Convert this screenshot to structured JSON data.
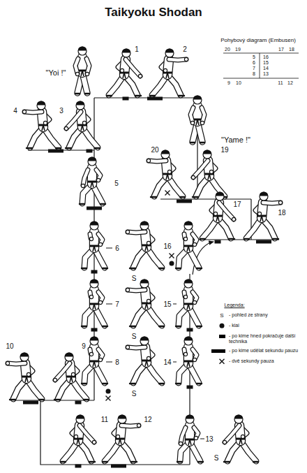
{
  "diagram": {
    "title": "Taikyoku Shodan",
    "labels": [
      "Pohybový diagram (Embusen)",
      "20",
      "19",
      "17",
      "18",
      "5",
      "16",
      "6",
      "15",
      "7",
      "14",
      "8",
      "13",
      "9",
      "10",
      "11",
      "12",
      "1",
      "2",
      "\"Yoi !\"",
      "4",
      "3",
      "\"Yame !\"",
      "20",
      "19",
      "5",
      "6",
      "16",
      "S",
      "17",
      "18",
      "7",
      "15",
      "S",
      "Legenda:",
      "S",
      "10",
      "9",
      "8",
      "14",
      "S",
      "11",
      "12",
      "13",
      "S"
    ],
    "legend": [
      {
        "text": "- pohled ze strany"
      },
      {
        "text": "- kiai"
      },
      {
        "text": "- po kime hned pokračuje další technika",
        "color": "#000000"
      },
      {
        "text": "- po kime udělat sekundu pauzu",
        "color": "#000000"
      },
      {
        "text": "- dvě sekundy pauza"
      }
    ]
  }
}
